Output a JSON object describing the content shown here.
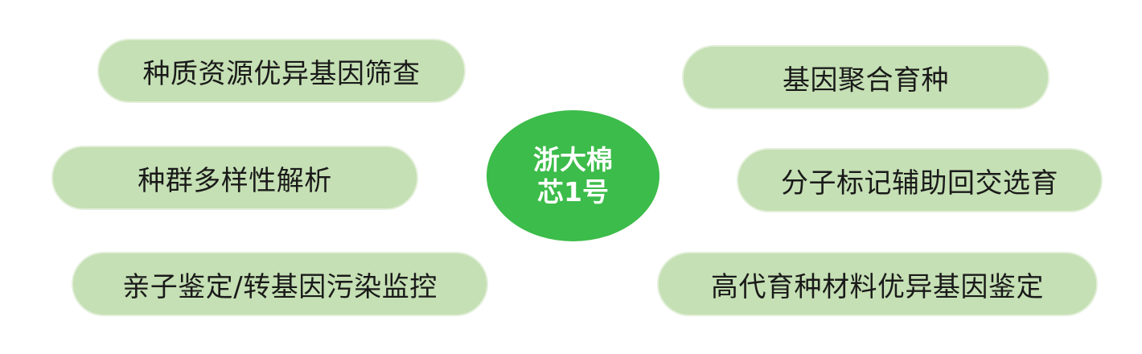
{
  "center": {
    "line1": "浙大棉",
    "line2": "芯1号"
  },
  "left_items": [
    {
      "label": "种质资源优异基因筛查"
    },
    {
      "label": "种群多样性解析"
    },
    {
      "label": "亲子鉴定/转基因污染监控"
    }
  ],
  "right_items": [
    {
      "label": "基因聚合育种"
    },
    {
      "label": "分子标记辅助回交选育"
    },
    {
      "label": "高代育种材料优异基因鉴定"
    }
  ],
  "colors": {
    "pill_fill": "#c5e0b4",
    "center_fill": "#3cbc4a",
    "center_text": "#ffffff"
  }
}
